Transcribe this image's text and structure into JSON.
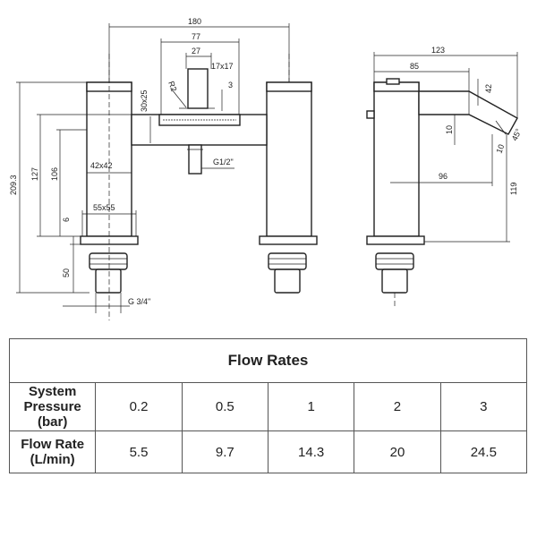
{
  "drawing": {
    "front": {
      "w180": "180",
      "w77": "77",
      "w27": "27",
      "r2": "R2",
      "w17x17": "17x17",
      "d3": "3",
      "d30x25": "30x25",
      "h209": "209.3",
      "h127": "127",
      "h106": "106",
      "sq42": "42x42",
      "sq55": "55x55",
      "d6": "6",
      "d50": "50",
      "g12": "G1/2\"",
      "g34": "G 3/4\""
    },
    "side": {
      "w123": "123",
      "w85": "85",
      "d42": "42",
      "d10a": "10",
      "d10b": "10",
      "a45": "45°",
      "w96": "96",
      "h119": "119"
    }
  },
  "table": {
    "title": "Flow Rates",
    "rows": [
      {
        "label": "System Pressure (bar)",
        "values": [
          "0.2",
          "0.5",
          "1",
          "2",
          "3"
        ]
      },
      {
        "label": "Flow Rate (L/min)",
        "values": [
          "5.5",
          "9.7",
          "14.3",
          "20",
          "24.5"
        ]
      }
    ]
  }
}
